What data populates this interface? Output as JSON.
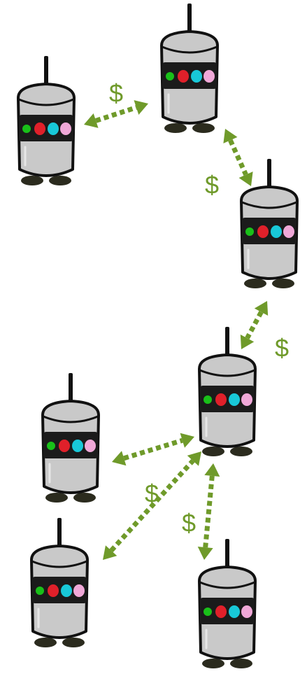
{
  "colors": {
    "link": "#6f9a2a",
    "robot_body": "#c9c9c9",
    "robot_outline": "#111111",
    "band": "#1b1b1b",
    "wheels": "#2b2b1e",
    "leds": [
      "#19c019",
      "#e0202a",
      "#18c8d8",
      "#f0a8d8"
    ]
  },
  "icons": {
    "node": "robot-icon",
    "link": "double-arrow-icon"
  },
  "nodes": [
    {
      "id": "robot-1"
    },
    {
      "id": "robot-2"
    },
    {
      "id": "robot-3"
    },
    {
      "id": "robot-4"
    },
    {
      "id": "robot-5"
    },
    {
      "id": "robot-6"
    },
    {
      "id": "robot-7"
    }
  ],
  "links": [
    {
      "from": "robot-1",
      "to": "robot-2",
      "label": "$"
    },
    {
      "from": "robot-2",
      "to": "robot-3",
      "label": "$"
    },
    {
      "from": "robot-3",
      "to": "robot-4",
      "label": "$"
    },
    {
      "from": "robot-4",
      "to": "robot-5",
      "label": ""
    },
    {
      "from": "robot-4",
      "to": "robot-6",
      "label": "$"
    },
    {
      "from": "robot-4",
      "to": "robot-7",
      "label": "$"
    }
  ]
}
